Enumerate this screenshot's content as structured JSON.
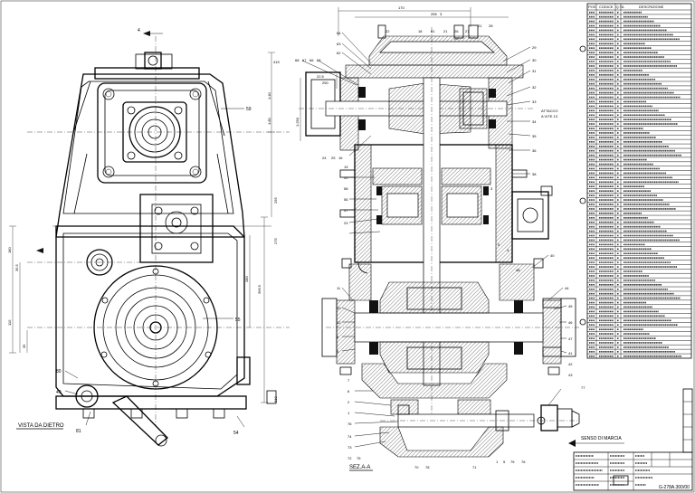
{
  "front_view": {
    "title": "VISTA DA DIETRO",
    "callouts": [
      "4",
      "59",
      "80",
      "49",
      "81",
      "55",
      "54"
    ],
    "dims": [
      "415",
      "1:80",
      "1:40",
      "275",
      "210",
      "396.5",
      "280",
      "180",
      "110",
      "35",
      "295",
      "35.5"
    ]
  },
  "section_view": {
    "title": "SEZ.A-A",
    "callouts_top": [
      "68",
      "67",
      "66",
      "65",
      "22",
      "18",
      "61",
      "21",
      "26",
      "27",
      "28"
    ],
    "callouts_left": [
      "64",
      "63",
      "62",
      "24",
      "25",
      "16",
      "19",
      "20",
      "58",
      "56",
      "57",
      "23",
      "11",
      "10",
      "12",
      "8",
      "9",
      "7",
      "6",
      "2",
      "1",
      "76",
      "74",
      "73",
      "72",
      "75"
    ],
    "callouts_right": [
      "29",
      "30",
      "31",
      "32",
      "33",
      "34",
      "35",
      "36",
      "38",
      "40",
      "44",
      "45",
      "46",
      "47",
      "41",
      "42",
      "43",
      "3",
      "5",
      "4",
      "48"
    ],
    "callouts_bottom": [
      "70",
      "78",
      "71",
      "1",
      "5",
      "75",
      "76",
      "77"
    ],
    "notes": [
      "ATTACCO",
      "A VITE 13",
      "SENSO DI MARCIA"
    ],
    "dims": [
      "170",
      "255",
      "3",
      "22.5",
      "250",
      "1:250",
      "21",
      "25"
    ]
  },
  "parts_list": {
    "header": [
      "POS",
      "CODICE",
      "Q.TA",
      "DESCRIZIONE"
    ],
    "rows_visible": 78
  },
  "title_block": {
    "drawing_number": "G-278A.300/00"
  }
}
